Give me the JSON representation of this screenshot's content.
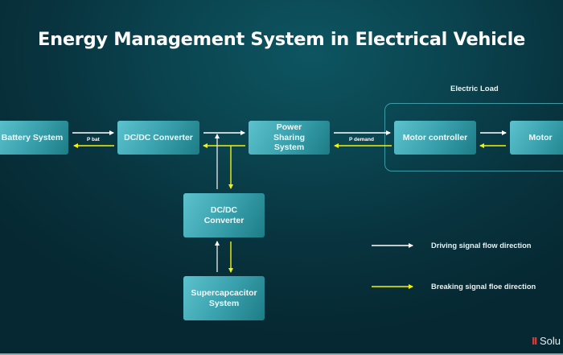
{
  "title": "Energy Management System in Electrical Vehicle",
  "blocks": {
    "battery": "Battery System",
    "dcdc_main": "DC/DC Converter",
    "power_sharing": "Power Sharing System",
    "motor_controller": "Motor controller",
    "motor": "Motor",
    "dcdc_sub": "DC/DC Converter",
    "supercap": "Supercapcacitor System"
  },
  "group": {
    "electric_load": "Electric Load"
  },
  "flow_labels": {
    "p_bat": "P bat",
    "p_demand": "P demand"
  },
  "legend": [
    {
      "label": "Driving signal flow direction",
      "color": "#ffffff"
    },
    {
      "label": "Breaking signal floe direction",
      "color": "#f2f20a"
    }
  ],
  "brand": {
    "text": "Solu"
  },
  "colors": {
    "driving": "#ffffff",
    "braking": "#f2f20a",
    "box": "#3aa2ae"
  }
}
